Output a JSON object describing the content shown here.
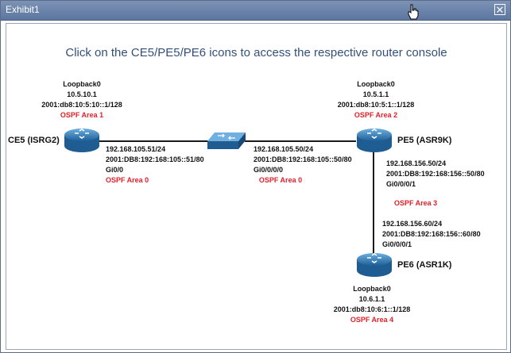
{
  "window": {
    "title": "Exhibit1"
  },
  "instruction": "Click on the CE5/PE5/PE6 icons to access the respective router console",
  "routers": {
    "ce5": {
      "name": "CE5 (ISRG2)",
      "loopback": "Loopback0",
      "ipv4": "10.5.10.1",
      "ipv6": "2001:db8:10:5:10::1/128",
      "area": "OSPF Area 1",
      "link_ipv4": "192.168.105.51/24",
      "link_ipv6": "2001:DB8:192:168:105::51/80",
      "link_intf": "Gi0/0",
      "link_area": "OSPF Area 0"
    },
    "pe5": {
      "name": "PE5 (ASR9K)",
      "loopback": "Loopback0",
      "ipv4": "10.5.1.1",
      "ipv6": "2001:db8:10:5:1::1/128",
      "area": "OSPF Area 2",
      "link_ipv4": "192.168.105.50/24",
      "link_ipv6": "2001:DB8:192:168:105::50/80",
      "link_intf": "Gi0/0/0/0",
      "link_area": "OSPF Area 0",
      "down_ipv4": "192.168.156.50/24",
      "down_ipv6": "2001:DB8:192:168:156::50/80",
      "down_intf": "Gi0/0/0/1",
      "down_area": "OSPF Area 3"
    },
    "pe6": {
      "name": "PE6 (ASR1K)",
      "link_ipv4": "192.168.156.60/24",
      "link_ipv6": "2001:DB8:192:168:156::60/80",
      "link_intf": "Gi0/0/0/1",
      "loopback": "Loopback0",
      "ipv4": "10.6.1.1",
      "ipv6": "2001:db8:10:6:1::1/128",
      "area": "OSPF Area 4"
    }
  }
}
